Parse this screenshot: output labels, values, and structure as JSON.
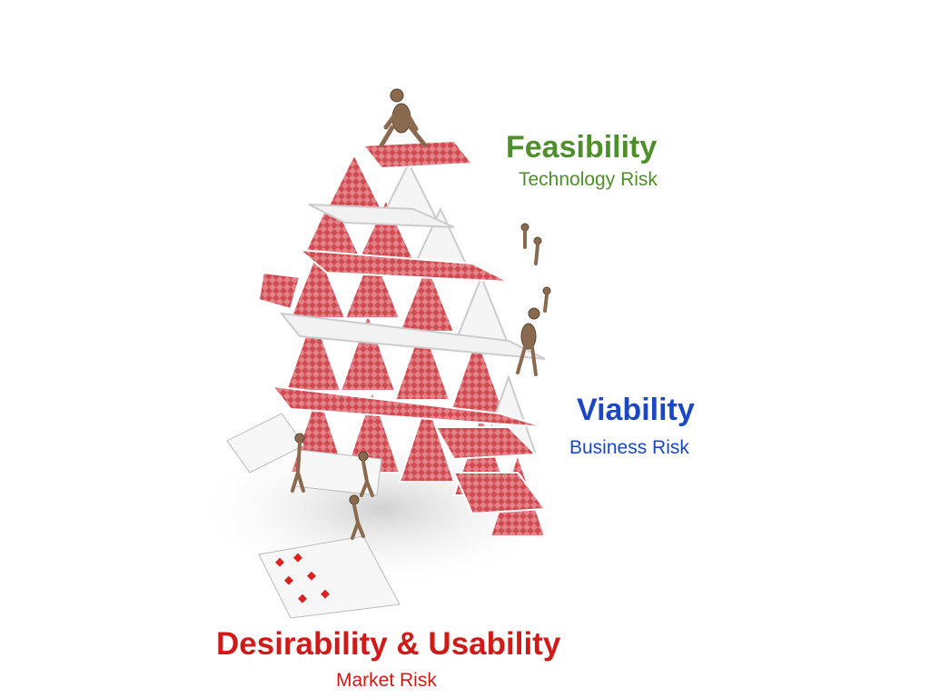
{
  "labels": {
    "feasibility": {
      "title": "Feasibility",
      "subtitle": "Technology Risk",
      "color": "#4e8f2c"
    },
    "viability": {
      "title": "Viability",
      "subtitle": "Business Risk",
      "color": "#1c47c4"
    },
    "desirability": {
      "title": "Desirability & Usability",
      "subtitle": "Market Risk",
      "color": "#d11a18"
    }
  },
  "illustration": {
    "icon": "house-of-cards-illustration",
    "card_back_color": "#c9444a",
    "figure_color": "#8a6a4e"
  }
}
